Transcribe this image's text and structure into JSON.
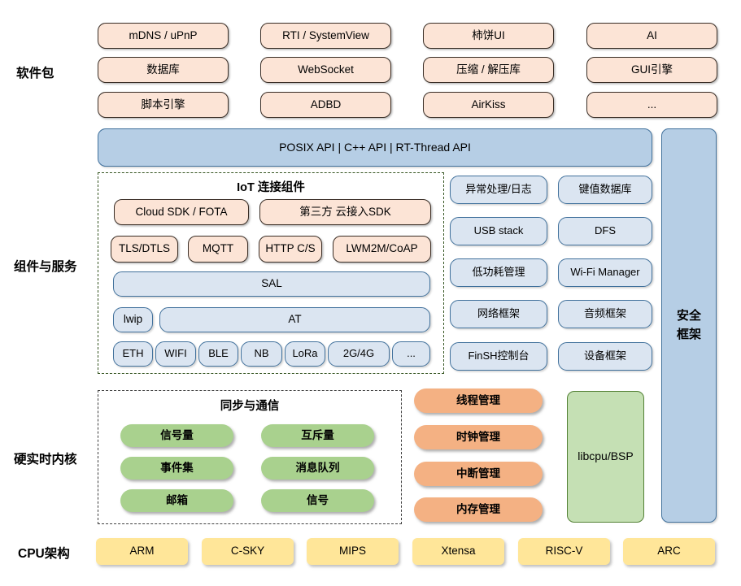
{
  "section_labels": {
    "software": "软件包",
    "components": "组件与服务",
    "kernel": "硬实时内核",
    "cpu": "CPU架构"
  },
  "software_packages": {
    "items": [
      "mDNS / uPnP",
      "RTI / SystemView",
      "柿饼UI",
      "AI",
      "数据库",
      "WebSocket",
      "压缩 / 解压库",
      "GUI引擎",
      "脚本引擎",
      "ADBD",
      "AirKiss",
      "..."
    ]
  },
  "api_bar": {
    "text": "POSIX API  |  C++ API  |  RT-Thread API"
  },
  "security_framework": {
    "line1": "安全",
    "line2": "框架"
  },
  "iot": {
    "title": "IoT 连接组件",
    "cloud_sdk": "Cloud SDK / FOTA",
    "third_party_sdk": "第三方 云接入SDK",
    "protocols": [
      "TLS/DTLS",
      "MQTT",
      "HTTP C/S",
      "LWM2M/CoAP"
    ],
    "sal": "SAL",
    "lwip": "lwip",
    "at": "AT",
    "links": [
      "ETH",
      "WIFI",
      "BLE",
      "NB",
      "LoRa",
      "2G/4G",
      "..."
    ]
  },
  "services": {
    "items": [
      "异常处理/日志",
      "键值数据库",
      "USB stack",
      "DFS",
      "低功耗管理",
      "Wi-Fi Manager",
      "网络框架",
      "音频框架",
      "FinSH控制台",
      "设备框架"
    ]
  },
  "sync_ipc": {
    "title": "同步与通信",
    "items": [
      "信号量",
      "互斥量",
      "事件集",
      "消息队列",
      "邮箱",
      "信号"
    ]
  },
  "kernel_mgmt": {
    "items": [
      "线程管理",
      "时钟管理",
      "中断管理",
      "内存管理"
    ]
  },
  "libcpu": {
    "label": "libcpu/BSP"
  },
  "cpu_archs": {
    "items": [
      "ARM",
      "C-SKY",
      "MIPS",
      "Xtensa",
      "RISC-V",
      "ARC"
    ]
  },
  "colors": {
    "package_fill": "#fce4d6",
    "package_border": "#3a2e26",
    "component_fill": "#dbe5f1",
    "component_border": "#41719c",
    "api_bar_fill": "#b6cee5",
    "sync_fill": "#a9d18e",
    "kernel_fill": "#f4b183",
    "libcpu_fill": "#c5e0b4",
    "libcpu_border": "#538135",
    "cpu_fill": "#ffe699",
    "iot_dash_border": "#375623",
    "sync_dash_border": "#3f3f3f"
  }
}
